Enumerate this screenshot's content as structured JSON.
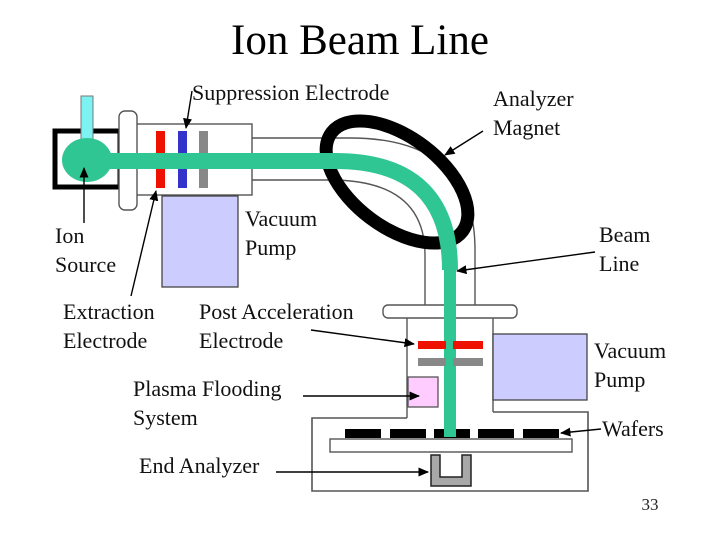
{
  "title": "Ion Beam Line",
  "page_number": "33",
  "labels": {
    "suppression_electrode": "Suppression Electrode",
    "analyzer_magnet": "Analyzer\nMagnet",
    "ion_source": "Ion\nSource",
    "vacuum_pump_top": "Vacuum\nPump",
    "extraction_electrode": "Extraction\nElectrode",
    "post_acceleration_electrode": "Post Acceleration\nElectrode",
    "beam_line": "Beam\nLine",
    "plasma_flooding_system": "Plasma Flooding\nSystem",
    "vacuum_pump_right": "Vacuum\nPump",
    "wafers": "Wafers",
    "end_analyzer": "End Analyzer"
  },
  "colors": {
    "beam": "#2fc694",
    "gas_inlet": "#7df2f2",
    "vacuum_pump": "#ccccff",
    "plasma_system": "#ffccff",
    "electrode_red": "#ee1100",
    "electrode_blue": "#3333cc",
    "electrode_gray": "#888888",
    "magnet": "#000000",
    "outline": "#555555"
  }
}
